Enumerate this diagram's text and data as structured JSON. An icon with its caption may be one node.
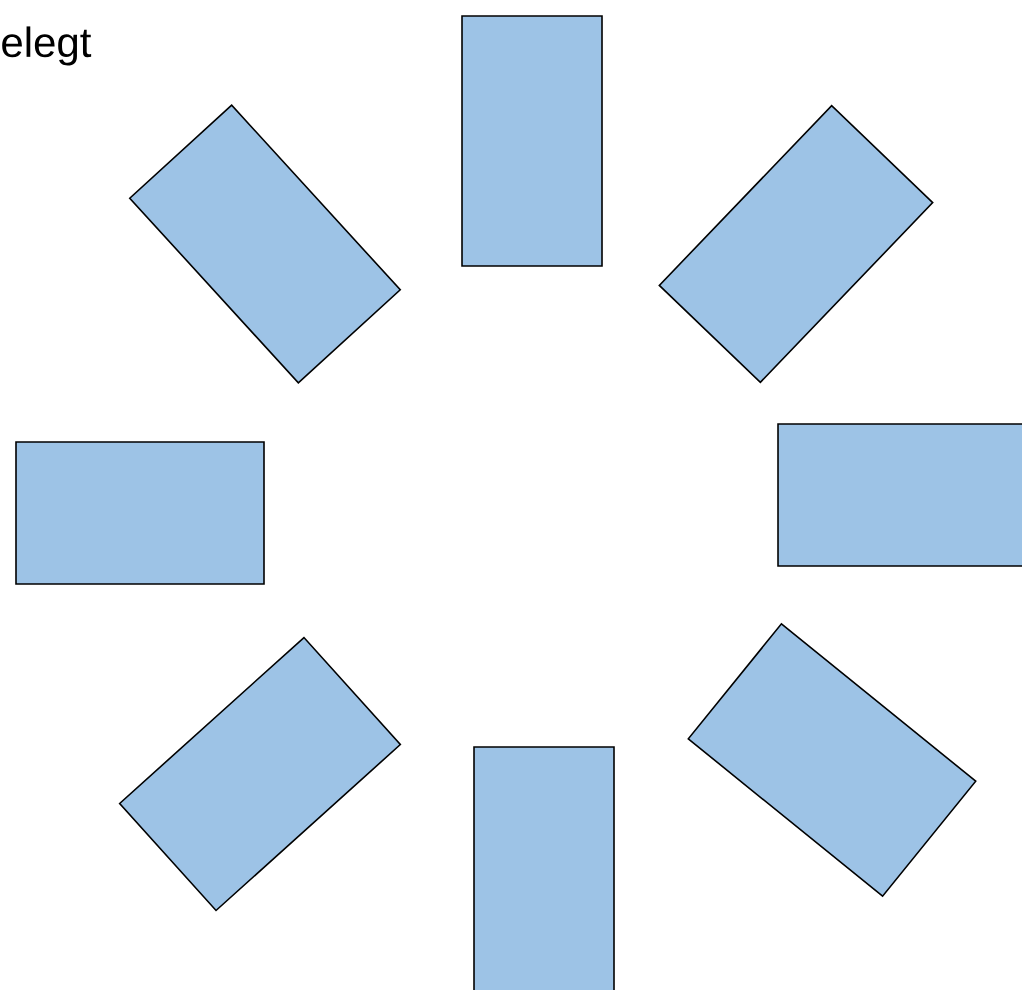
{
  "diagram": {
    "nodes": [
      {
        "text": [],
        "shape": "box"
      },
      {
        "text": [],
        "shape": "box"
      },
      {
        "text": [],
        "shape": "box"
      },
      {
        "text": [],
        "shape": "box"
      },
      {
        "text": [],
        "shape": "box"
      },
      {
        "text": [],
        "shape": "box"
      },
      {
        "text": [],
        "shape": "box"
      },
      {
        "text": [],
        "shape": "box"
      }
    ],
    "labels": [
      "elegt"
    ]
  }
}
